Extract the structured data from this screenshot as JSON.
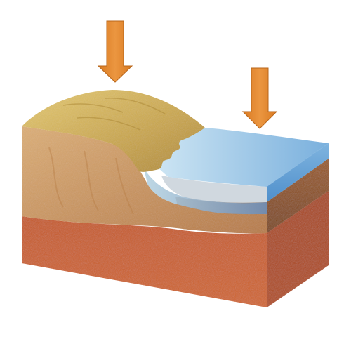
{
  "diagram": {
    "kind": "block-diagram",
    "labels": [],
    "arrows": [
      {
        "id": "arrow-left",
        "direction": "down",
        "points_to": "sand-dune"
      },
      {
        "id": "arrow-right",
        "direction": "down",
        "points_to": "water-surface"
      }
    ],
    "layers": [
      {
        "id": "sand-dune",
        "material": "sand"
      },
      {
        "id": "bank-soil",
        "material": "soil"
      },
      {
        "id": "shallow-water",
        "material": "water"
      },
      {
        "id": "lakebed-sediment",
        "material": "sediment"
      },
      {
        "id": "bedrock",
        "material": "rock"
      }
    ],
    "colors": {
      "arrow": "#e08a2e",
      "arrow_edge": "#b8661a",
      "sand_light": "#e3c56a",
      "sand_dark": "#b89236",
      "soil_light": "#d9a469",
      "soil_dark": "#b5773f",
      "water_light": "#c6e2f2",
      "water_deep": "#5d9fd3",
      "sediment": "#8b4f1d",
      "bedrock_front": "#c95a24",
      "bedrock_side": "#a84216"
    }
  }
}
